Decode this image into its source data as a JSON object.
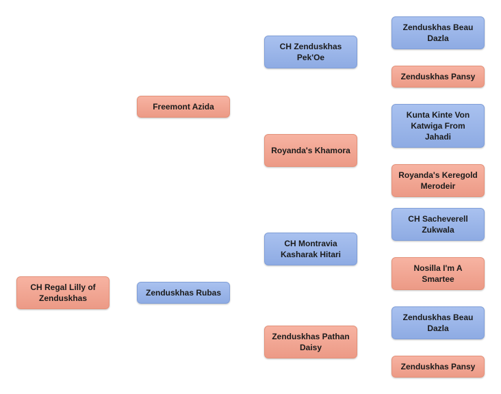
{
  "pedigree": {
    "subject": {
      "name": "CH Regal Lilly of Zenduskhas",
      "sex": "female"
    },
    "sire": {
      "name": "Zenduskhas Rubas",
      "sex": "male"
    },
    "dam": {
      "name": "Freemont Azida",
      "sex": "female"
    },
    "dam_sire": {
      "name": "CH Zenduskhas Pek'Oe",
      "sex": "male"
    },
    "dam_dam": {
      "name": "Royanda's Khamora",
      "sex": "female"
    },
    "sire_sire": {
      "name": "CH Montravia Kasharak Hitari",
      "sex": "male"
    },
    "sire_dam": {
      "name": "Zenduskhas Pathan Daisy",
      "sex": "female"
    },
    "gen3": [
      {
        "name": "Zenduskhas Beau Dazla",
        "sex": "male"
      },
      {
        "name": "Zenduskhas Pansy",
        "sex": "female"
      },
      {
        "name": "Kunta Kinte Von Katwiga From Jahadi",
        "sex": "male"
      },
      {
        "name": "Royanda's Keregold Merodeir",
        "sex": "female"
      },
      {
        "name": "CH Sacheverell Zukwala",
        "sex": "male"
      },
      {
        "name": "Nosilla I'm A Smartee",
        "sex": "female"
      },
      {
        "name": "Zenduskhas Beau Dazla",
        "sex": "male"
      },
      {
        "name": "Zenduskhas Pansy",
        "sex": "female"
      }
    ]
  },
  "colors": {
    "male": "#9bb5ea",
    "female": "#f3a895"
  }
}
